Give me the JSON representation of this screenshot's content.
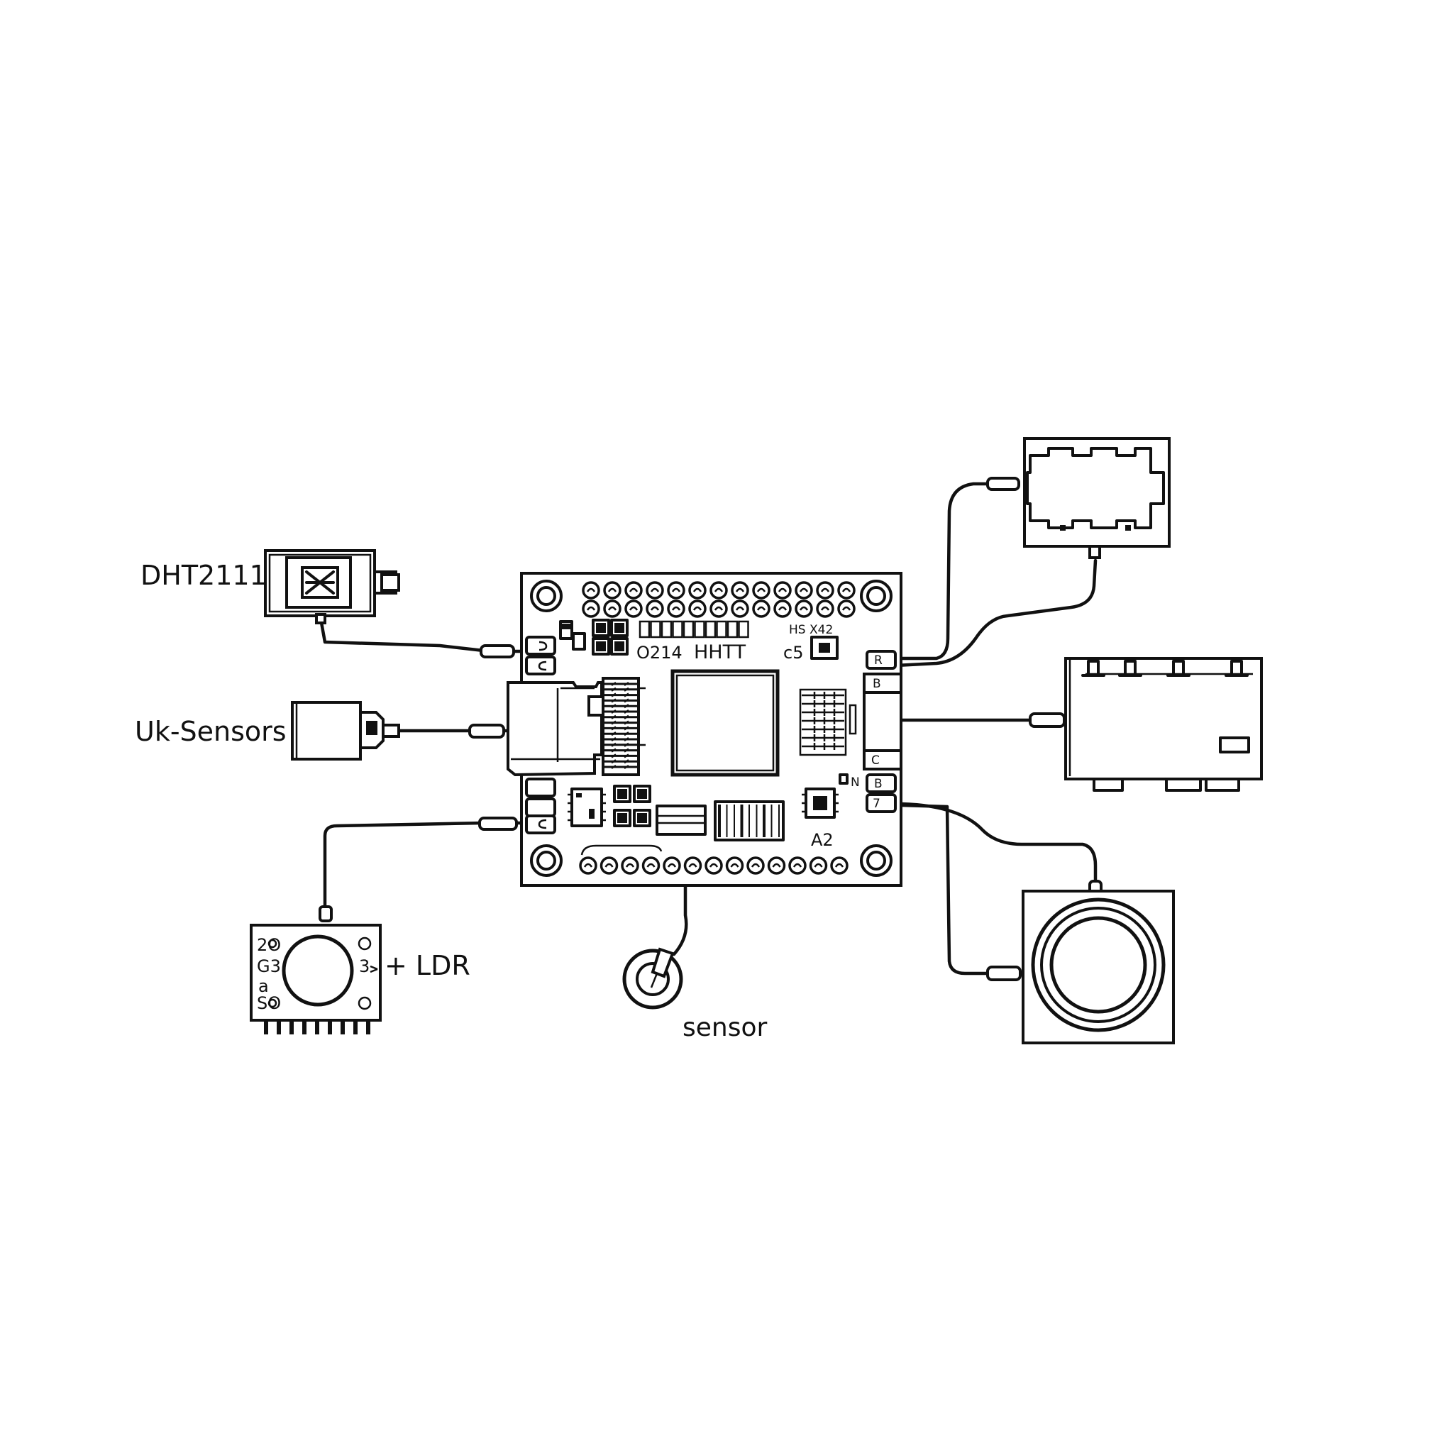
{
  "labels": {
    "dht": "DHT2111",
    "uk_sensors": "Uk-Sensors",
    "ldr": "+ LDR",
    "sensor": "sensor"
  },
  "board": {
    "silk_left": "O214",
    "silk_center": "HHTT",
    "silk_top_right": "HS X42",
    "silk_c5": "c5",
    "silk_a2": "A2"
  },
  "ldr_module": {
    "pins_left": [
      "2O",
      "G3",
      "a",
      "SO"
    ],
    "pin_right": "3"
  },
  "colors": {
    "ink": "#111111",
    "paper": "#ffffff"
  }
}
